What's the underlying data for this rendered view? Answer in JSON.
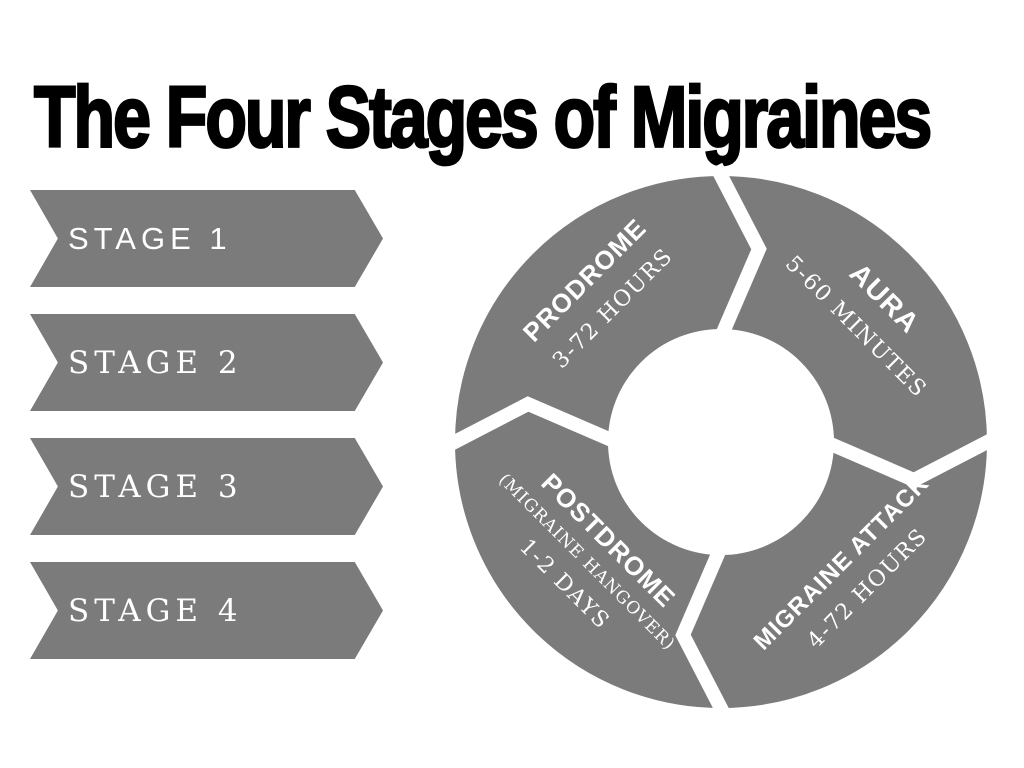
{
  "title": "The Four Stages of Migraines",
  "stages": [
    {
      "label": "STAGE 1"
    },
    {
      "label": "STAGE 2"
    },
    {
      "label": "STAGE 3"
    },
    {
      "label": "STAGE 4"
    }
  ],
  "cycle": {
    "direction": "clockwise",
    "segments": [
      {
        "name": "PRODROME",
        "duration": "3-72 HOURS",
        "position": "top-left"
      },
      {
        "name": "AURA",
        "duration": "5-60 MINUTES",
        "position": "top-right"
      },
      {
        "name": "MIGRAINE ATTACK",
        "duration": "4-72 HOURS",
        "position": "bottom-right"
      },
      {
        "name": "POSTDROME",
        "subtitle": "(MIGRAINE HANGOVER)",
        "duration": "1-2 DAYS",
        "position": "bottom-left"
      }
    ]
  },
  "colors": {
    "segment_gray": "#7b7b7b",
    "label_white": "#ffffff",
    "title_black": "#000000",
    "background": "#ffffff"
  }
}
